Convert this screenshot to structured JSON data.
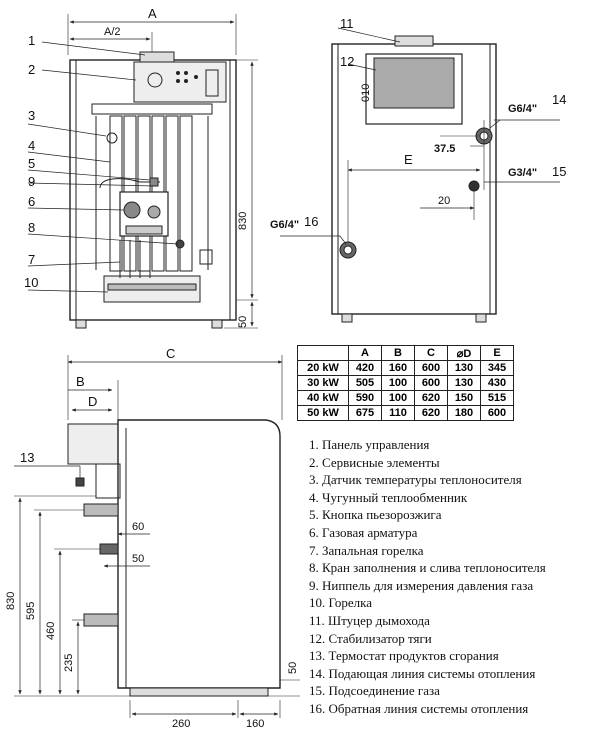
{
  "front_view": {
    "dim_a": "A",
    "dim_a_half": "A/2",
    "dim_830": "830",
    "dim_50": "50",
    "callouts": [
      "1",
      "2",
      "3",
      "4",
      "5",
      "9",
      "6",
      "8",
      "7",
      "10"
    ]
  },
  "rear_view": {
    "callout_11": "11",
    "callout_12": "12",
    "callout_14": "14",
    "callout_15": "15",
    "callout_16": "16",
    "stab_label": "010",
    "dim_e": "E",
    "dim_37_5": "37.5",
    "dim_20": "20",
    "thread_14": "G6/4\"",
    "thread_15": "G3/4\"",
    "thread_16": "G6/4\""
  },
  "side_view": {
    "dim_c": "C",
    "dim_b": "B",
    "dim_d": "D",
    "callout_13": "13",
    "dim_60": "60",
    "dim_50": "50",
    "dim_830": "830",
    "dim_595": "595",
    "dim_460": "460",
    "dim_235": "235",
    "dim_50_bottom": "50",
    "dim_260": "260",
    "dim_160": "160"
  },
  "spec_table": {
    "headers": [
      "",
      "A",
      "B",
      "C",
      "⌀D",
      "E"
    ],
    "rows": [
      [
        "20 kW",
        "420",
        "160",
        "600",
        "130",
        "345"
      ],
      [
        "30 kW",
        "505",
        "100",
        "600",
        "130",
        "430"
      ],
      [
        "40 kW",
        "590",
        "100",
        "620",
        "150",
        "515"
      ],
      [
        "50 kW",
        "675",
        "110",
        "620",
        "180",
        "600"
      ]
    ]
  },
  "legend": [
    "1. Панель управления",
    "2. Сервисные элементы",
    "3. Датчик температуры теплоносителя",
    "4. Чугунный теплообменник",
    "5. Кнопка пьезорозжига",
    "6. Газовая арматура",
    "7. Запальная горелка",
    "8. Кран заполнения и слива теплоносителя",
    "9. Ниппель для измерения давления газа",
    "10. Горелка",
    "11. Штуцер дымохода",
    "12. Стабилизатор тяги",
    "13. Термостат продуктов сгорания",
    "14. Подающая линия системы отопления",
    "15. Подсоединение газа",
    "16. Обратная линия системы отопления"
  ],
  "colors": {
    "line": "#222222",
    "fill_dark": "#444444",
    "fill_light": "#dddddd"
  }
}
